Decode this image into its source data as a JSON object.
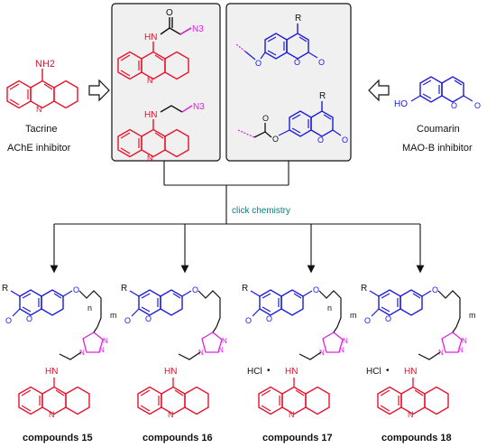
{
  "colors": {
    "tacrine": "#e8102a",
    "coumarin": "#1a1adc",
    "azide": "#e020e0",
    "triazole": "#e020e0",
    "text": "#111111",
    "accent": "#117a7a",
    "box_fill": "#f0f0f0"
  },
  "left": {
    "nh2": "NH2",
    "name": "Tacrine",
    "role": "AChE inhibitor"
  },
  "right": {
    "ho": "HO",
    "name": "Coumarin",
    "role": "MAO-B inhibitor"
  },
  "azide_box": {
    "azide_label_1": "N3",
    "azide_label_2": "N3",
    "hn_1": "HN",
    "hn_2": "HN",
    "n_1": "N",
    "n_2": "N",
    "o_1": "O"
  },
  "alkyne_box": {
    "r_1": "R",
    "r_2": "R",
    "o_labels": [
      "O",
      "O",
      "O",
      "O",
      "O",
      "O",
      "O"
    ]
  },
  "connector_label": "click chemistry",
  "products": [
    {
      "label": "compounds 15",
      "r": "R",
      "n": "n",
      "m": "m",
      "hcl": ""
    },
    {
      "label": "compounds 16",
      "r": "R",
      "n": "",
      "m": "",
      "hcl": ""
    },
    {
      "label": "compounds 17",
      "r": "R",
      "n": "n",
      "m": "m",
      "hcl": "HCl"
    },
    {
      "label": "compounds 18",
      "r": "R",
      "n": "",
      "m": "m",
      "hcl": "HCl"
    }
  ],
  "atom_labels": {
    "hn": "HN",
    "n": "N",
    "o": "O",
    "triazole_n": "N",
    "dot": "•"
  }
}
